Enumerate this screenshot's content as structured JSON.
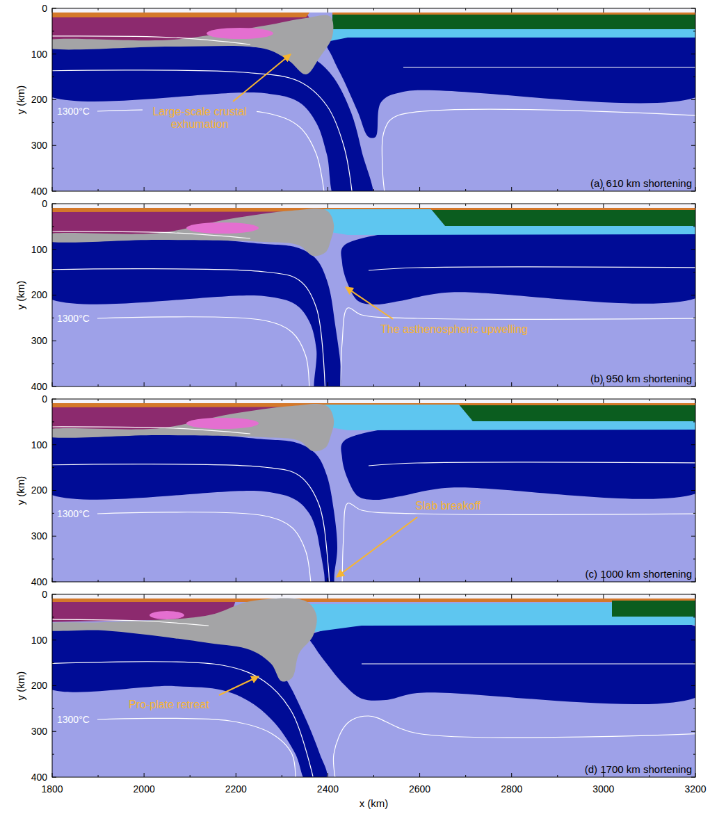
{
  "diagram": {
    "labels": [
      "0",
      "100",
      "200",
      "300",
      "400",
      "y (km)",
      "1300°C",
      "Large-scale crustal exhumation",
      "(a) 610 km shortening",
      "0",
      "100",
      "200",
      "300",
      "400",
      "y (km)",
      "1300°C",
      "The asthenospheric upwelling",
      "(b) 950 km shortening",
      "0",
      "100",
      "200",
      "300",
      "400",
      "y (km)",
      "1300°C",
      "Slab breakoff",
      "(c) 1000 km shortening",
      "0",
      "100",
      "200",
      "300",
      "400",
      "y (km)",
      "1300°C",
      "Pro-plate retreat",
      "(d) 1700 km shortening",
      "1800",
      "2000",
      "2200",
      "2400",
      "2600",
      "2800",
      "3000",
      "3200",
      "x (km)"
    ]
  }
}
